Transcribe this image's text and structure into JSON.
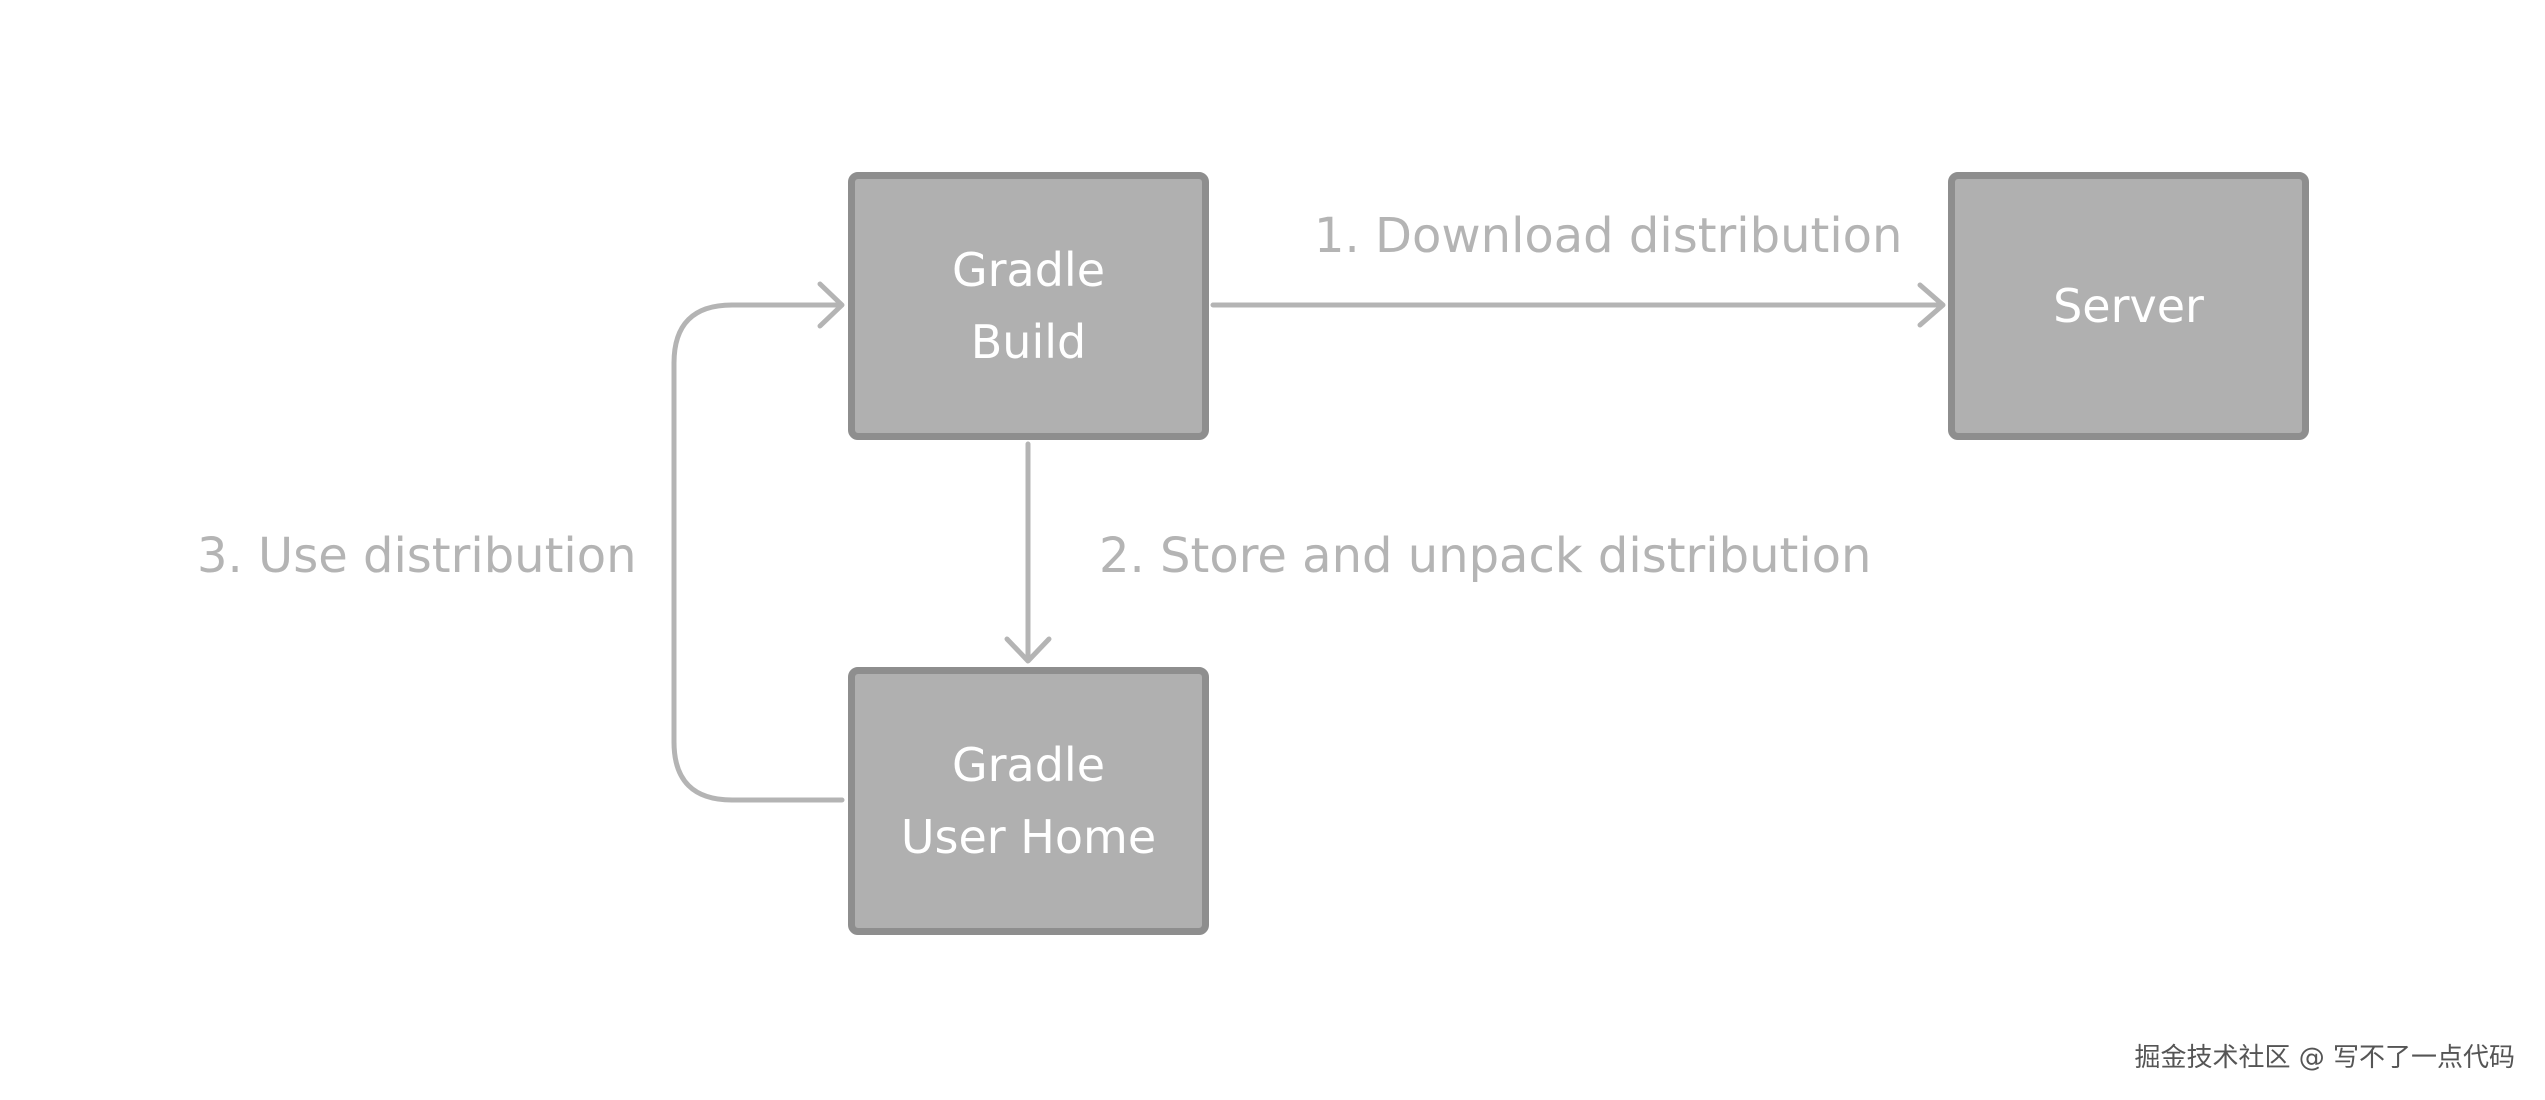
{
  "nodes": {
    "gradle_build": {
      "lines": [
        "Gradle",
        "Build"
      ]
    },
    "server": {
      "lines": [
        "Server"
      ]
    },
    "gradle_user_home": {
      "lines": [
        "Gradle",
        "User Home"
      ]
    }
  },
  "edges": {
    "download": {
      "label": "1. Download distribution"
    },
    "store": {
      "label": "2. Store and unpack distribution"
    },
    "use": {
      "label": "3. Use distribution"
    }
  },
  "watermark": {
    "text": "掘金技术社区 @ 写不了一点代码"
  },
  "colors": {
    "box_fill": "#b0b0b0",
    "box_border": "#8e8e8e",
    "arrow": "#b4b4b4",
    "label_text": "#b4b4b4",
    "box_text": "#ffffff"
  }
}
